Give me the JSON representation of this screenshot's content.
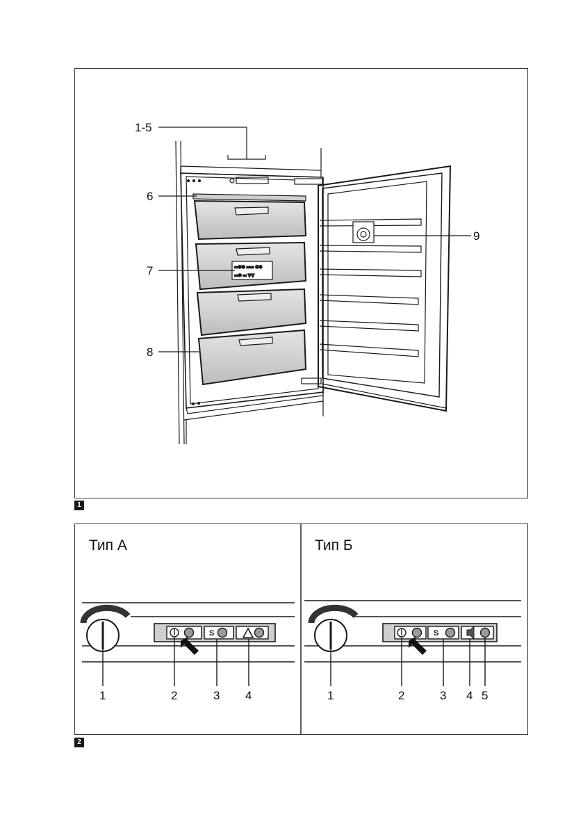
{
  "figure1": {
    "number": "1",
    "callouts": {
      "c1_5": "1-5",
      "c6": "6",
      "c7": "7",
      "c8": "8",
      "c9": "9"
    }
  },
  "figure2": {
    "number": "2",
    "type_a": {
      "title": "Тип А",
      "callouts": [
        "1",
        "2",
        "3",
        "4"
      ],
      "s_label": "S"
    },
    "type_b": {
      "title": "Тип Б",
      "callouts": [
        "1",
        "2",
        "3",
        "4",
        "5"
      ],
      "s_label": "S"
    }
  },
  "colors": {
    "line": "#1a1a1a",
    "drawer_fill": "#d0d0d0",
    "panel_fill": "#cfcfcf",
    "indicator_fill": "#9a9a9a"
  }
}
